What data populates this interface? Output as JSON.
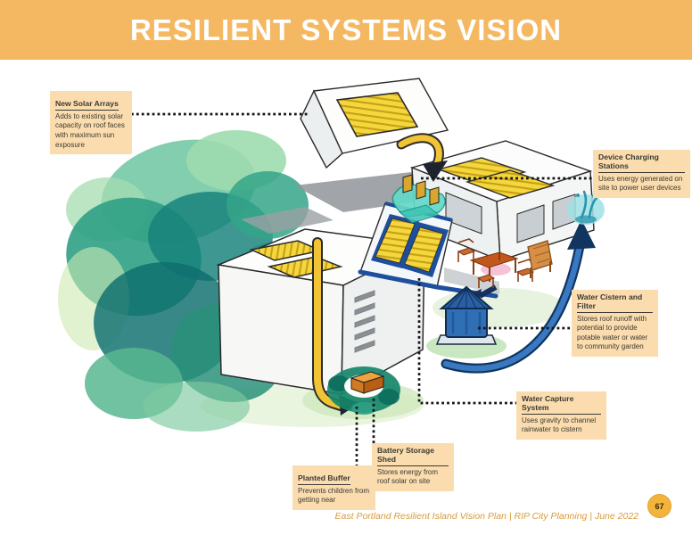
{
  "page": {
    "title": "RESILIENT SYSTEMS VISION",
    "footer": "East Portland Resilient Island Vision Plan  | RIP City Planning  |  June 2022",
    "page_number": "67"
  },
  "colors": {
    "header_bg": "#F5B862",
    "callout_bg": "#FBDCAE",
    "footer_text": "#D99B3C",
    "page_circle": "#F2B43C",
    "solar_yellow": "#F4D73D",
    "water_blue": "#2F6FB5",
    "tree_green": "#2FA085"
  },
  "callouts": [
    {
      "id": "new-solar-arrays",
      "title": "New Solar Arrays",
      "body": "Adds to existing solar capacity on roof faces with maximum sun exposure"
    },
    {
      "id": "device-charging-stations",
      "title": "Device Charging Stations",
      "body": "Uses energy generated on site to power user devices"
    },
    {
      "id": "water-cistern-and-filter",
      "title": "Water Cistern and Filter",
      "body": "Stores roof runoff with potential to provide potable water or water to community garden"
    },
    {
      "id": "water-capture-system",
      "title": "Water Capture System",
      "body": "Uses gravity to channel rainwater to cistern"
    },
    {
      "id": "battery-storage-shed",
      "title": "Battery Storage Shed",
      "body": "Stores energy from roof solar on site"
    },
    {
      "id": "planted-buffer",
      "title": "Planted Buffer",
      "body": "Prevents children from getting near"
    }
  ]
}
